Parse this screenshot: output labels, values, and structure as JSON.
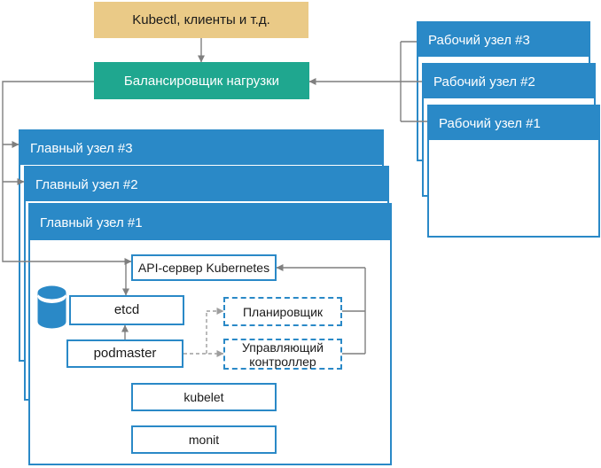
{
  "colors": {
    "node_blue": "#2A89C7",
    "load_balancer_green": "#1FA78F",
    "client_yellow": "#EACA87",
    "connector_gray": "#7F7F7F",
    "dashed_connector_gray": "#9E9E9E",
    "text_on_fill": "#FFFFFF",
    "text_dark": "#1A1A1A",
    "background": "#FFFFFF"
  },
  "client_box": {
    "label": "Kubectl, клиенты и т.д."
  },
  "load_balancer": {
    "label": "Балансировщик нагрузки"
  },
  "worker_nodes": [
    {
      "label": "Рабочий узел #3"
    },
    {
      "label": "Рабочий узел #2"
    },
    {
      "label": "Рабочий узел #1"
    }
  ],
  "master_nodes": [
    {
      "label": "Главный узел #3"
    },
    {
      "label": "Главный узел #2"
    },
    {
      "label": "Главный узел #1"
    }
  ],
  "master_node_1_components": {
    "api_server": {
      "label": "API-сервер Kubernetes",
      "border": "solid"
    },
    "etcd": {
      "label": "etcd",
      "border": "solid",
      "icon": "database-cylinder-icon"
    },
    "podmaster": {
      "label": "podmaster",
      "border": "solid"
    },
    "scheduler": {
      "label": "Планировщик",
      "border": "dashed"
    },
    "controller_manager": {
      "label": "Управляющий контроллер",
      "border": "dashed"
    },
    "kubelet": {
      "label": "kubelet",
      "border": "solid"
    },
    "monit": {
      "label": "monit",
      "border": "solid"
    }
  }
}
